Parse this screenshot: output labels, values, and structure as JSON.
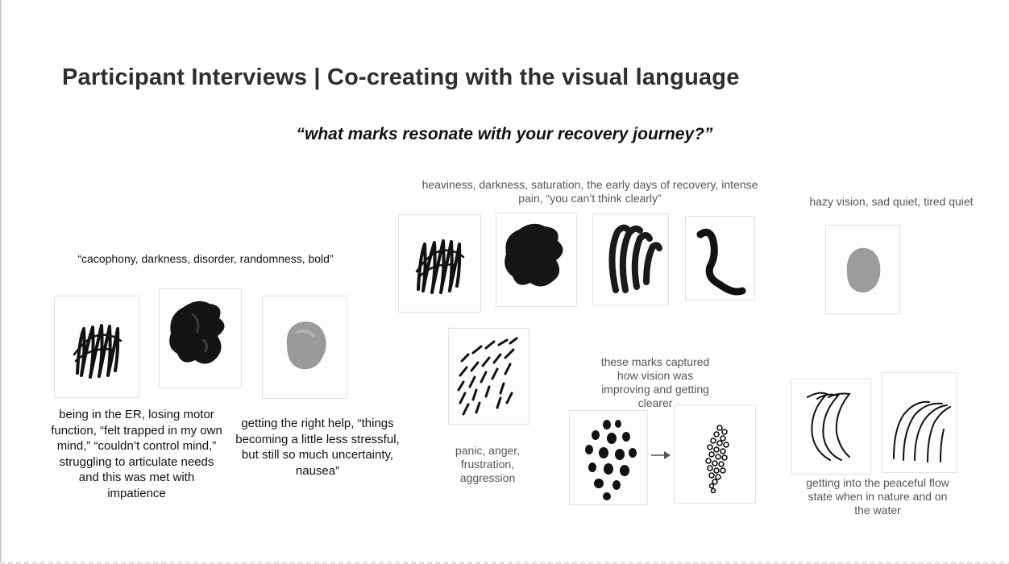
{
  "slide": {
    "title": "Participant Interviews | Co-creating with the visual language",
    "question": "“what marks resonate with your recovery journey?”"
  },
  "groups": {
    "cacophony": {
      "caption": "“cacophony, darkness, disorder, randomness, bold”",
      "marks": [
        "scribble-mark",
        "dark-blot-mark",
        "grey-blot-mark"
      ]
    },
    "er": {
      "caption": "being in the ER, losing motor function, “felt trapped in my own mind,” “couldn’t control mind,” struggling to articulate needs and this was met with impatience"
    },
    "right_help": {
      "caption": "getting the right help, “things becoming a little less stressful, but still so much uncertainty, nausea”"
    },
    "heaviness": {
      "caption": "heaviness, darkness, saturation, the early days of recovery, intense pain, “you can’t think clearly”",
      "marks": [
        "scribble-mark",
        "dark-blot-mark",
        "curved-strokes-mark",
        "wavy-stroke-mark"
      ]
    },
    "panic": {
      "caption": "panic, anger, frustration, aggression",
      "marks": [
        "dash-strokes-mark"
      ]
    },
    "vision": {
      "caption": "these marks captured how vision was improving and getting clearer",
      "marks": [
        "dots-mark",
        "arrow-icon",
        "small-dots-cluster-mark"
      ]
    },
    "hazy": {
      "caption": "hazy vision, sad quiet, tired quiet",
      "marks": [
        "grey-blot-mark"
      ]
    },
    "flow": {
      "caption": "getting into the peaceful flow state when in nature and on the water",
      "marks": [
        "flow-lines-mark",
        "flow-lines-mark"
      ]
    }
  }
}
